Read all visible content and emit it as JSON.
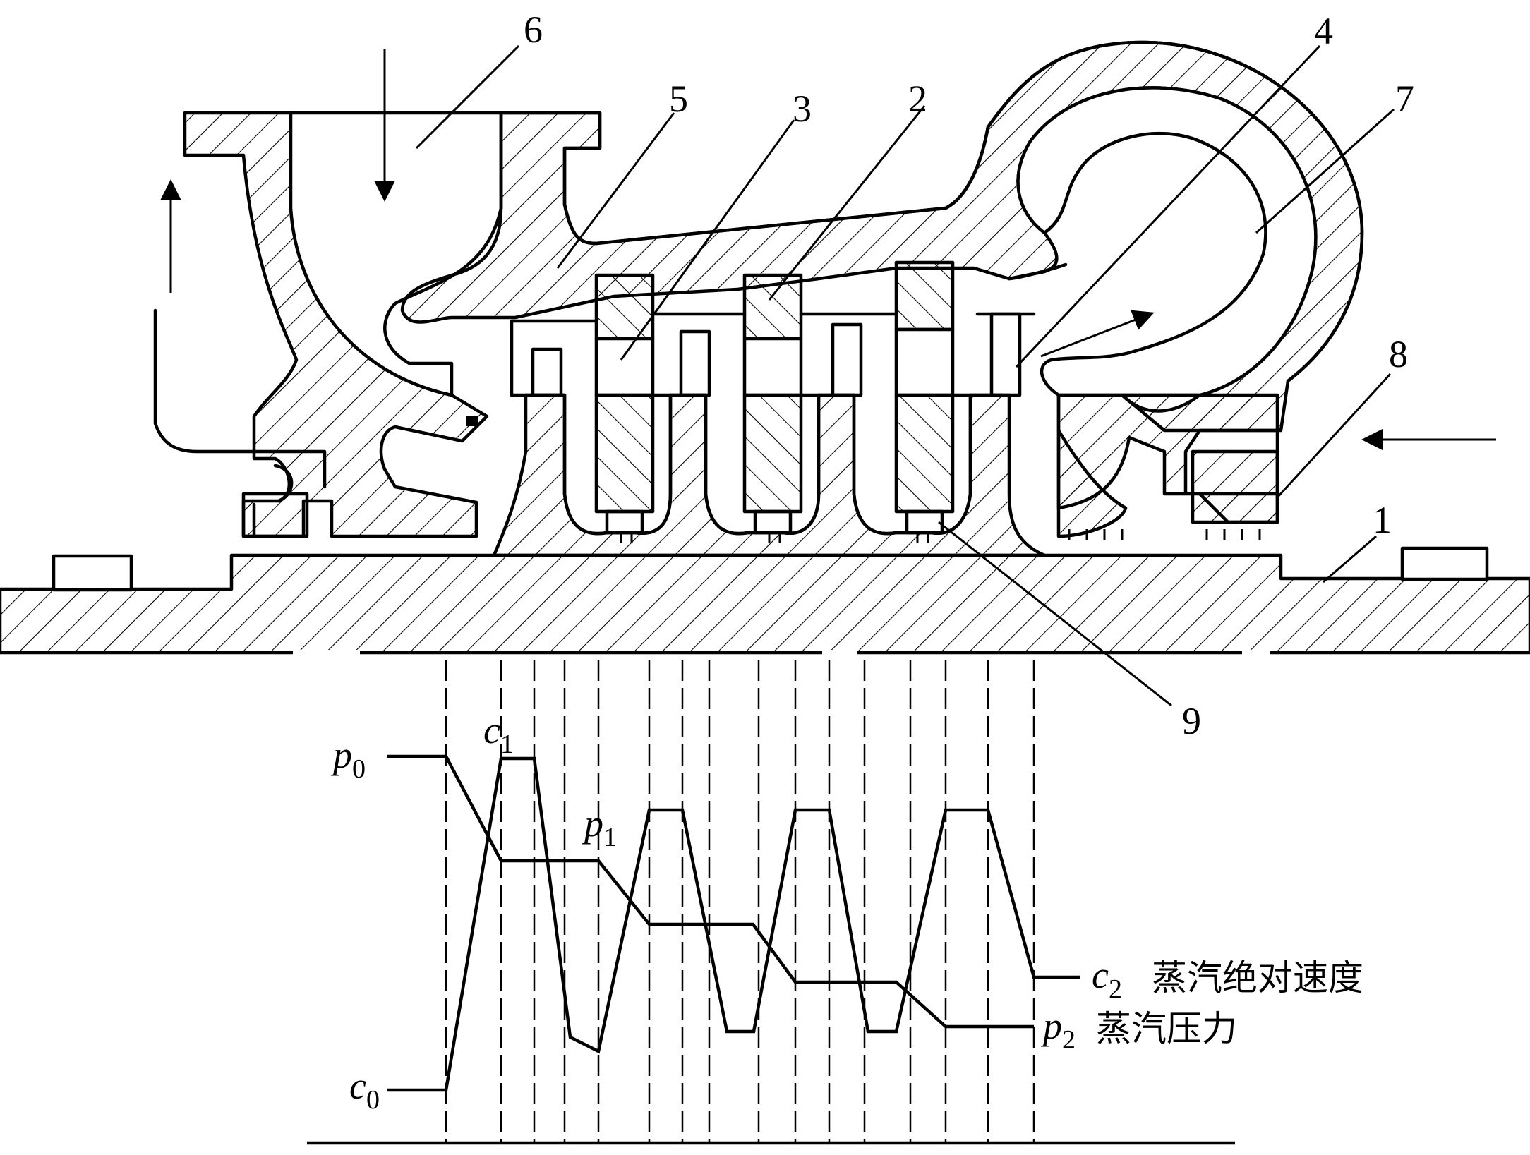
{
  "labels": {
    "n1": "1",
    "n2": "2",
    "n3": "3",
    "n4": "4",
    "n5": "5",
    "n6": "6",
    "n7": "7",
    "n8": "8",
    "n9": "9"
  },
  "graph": {
    "p0": "p",
    "p0_sub": "0",
    "p1": "p",
    "p1_sub": "1",
    "c0": "c",
    "c0_sub": "0",
    "c1": "c",
    "c1_sub": "1",
    "c2": "c",
    "c2_sub": "2",
    "c2_desc": "蒸汽绝对速度",
    "p2": "p",
    "p2_sub": "2",
    "p2_desc": "蒸汽压力"
  }
}
